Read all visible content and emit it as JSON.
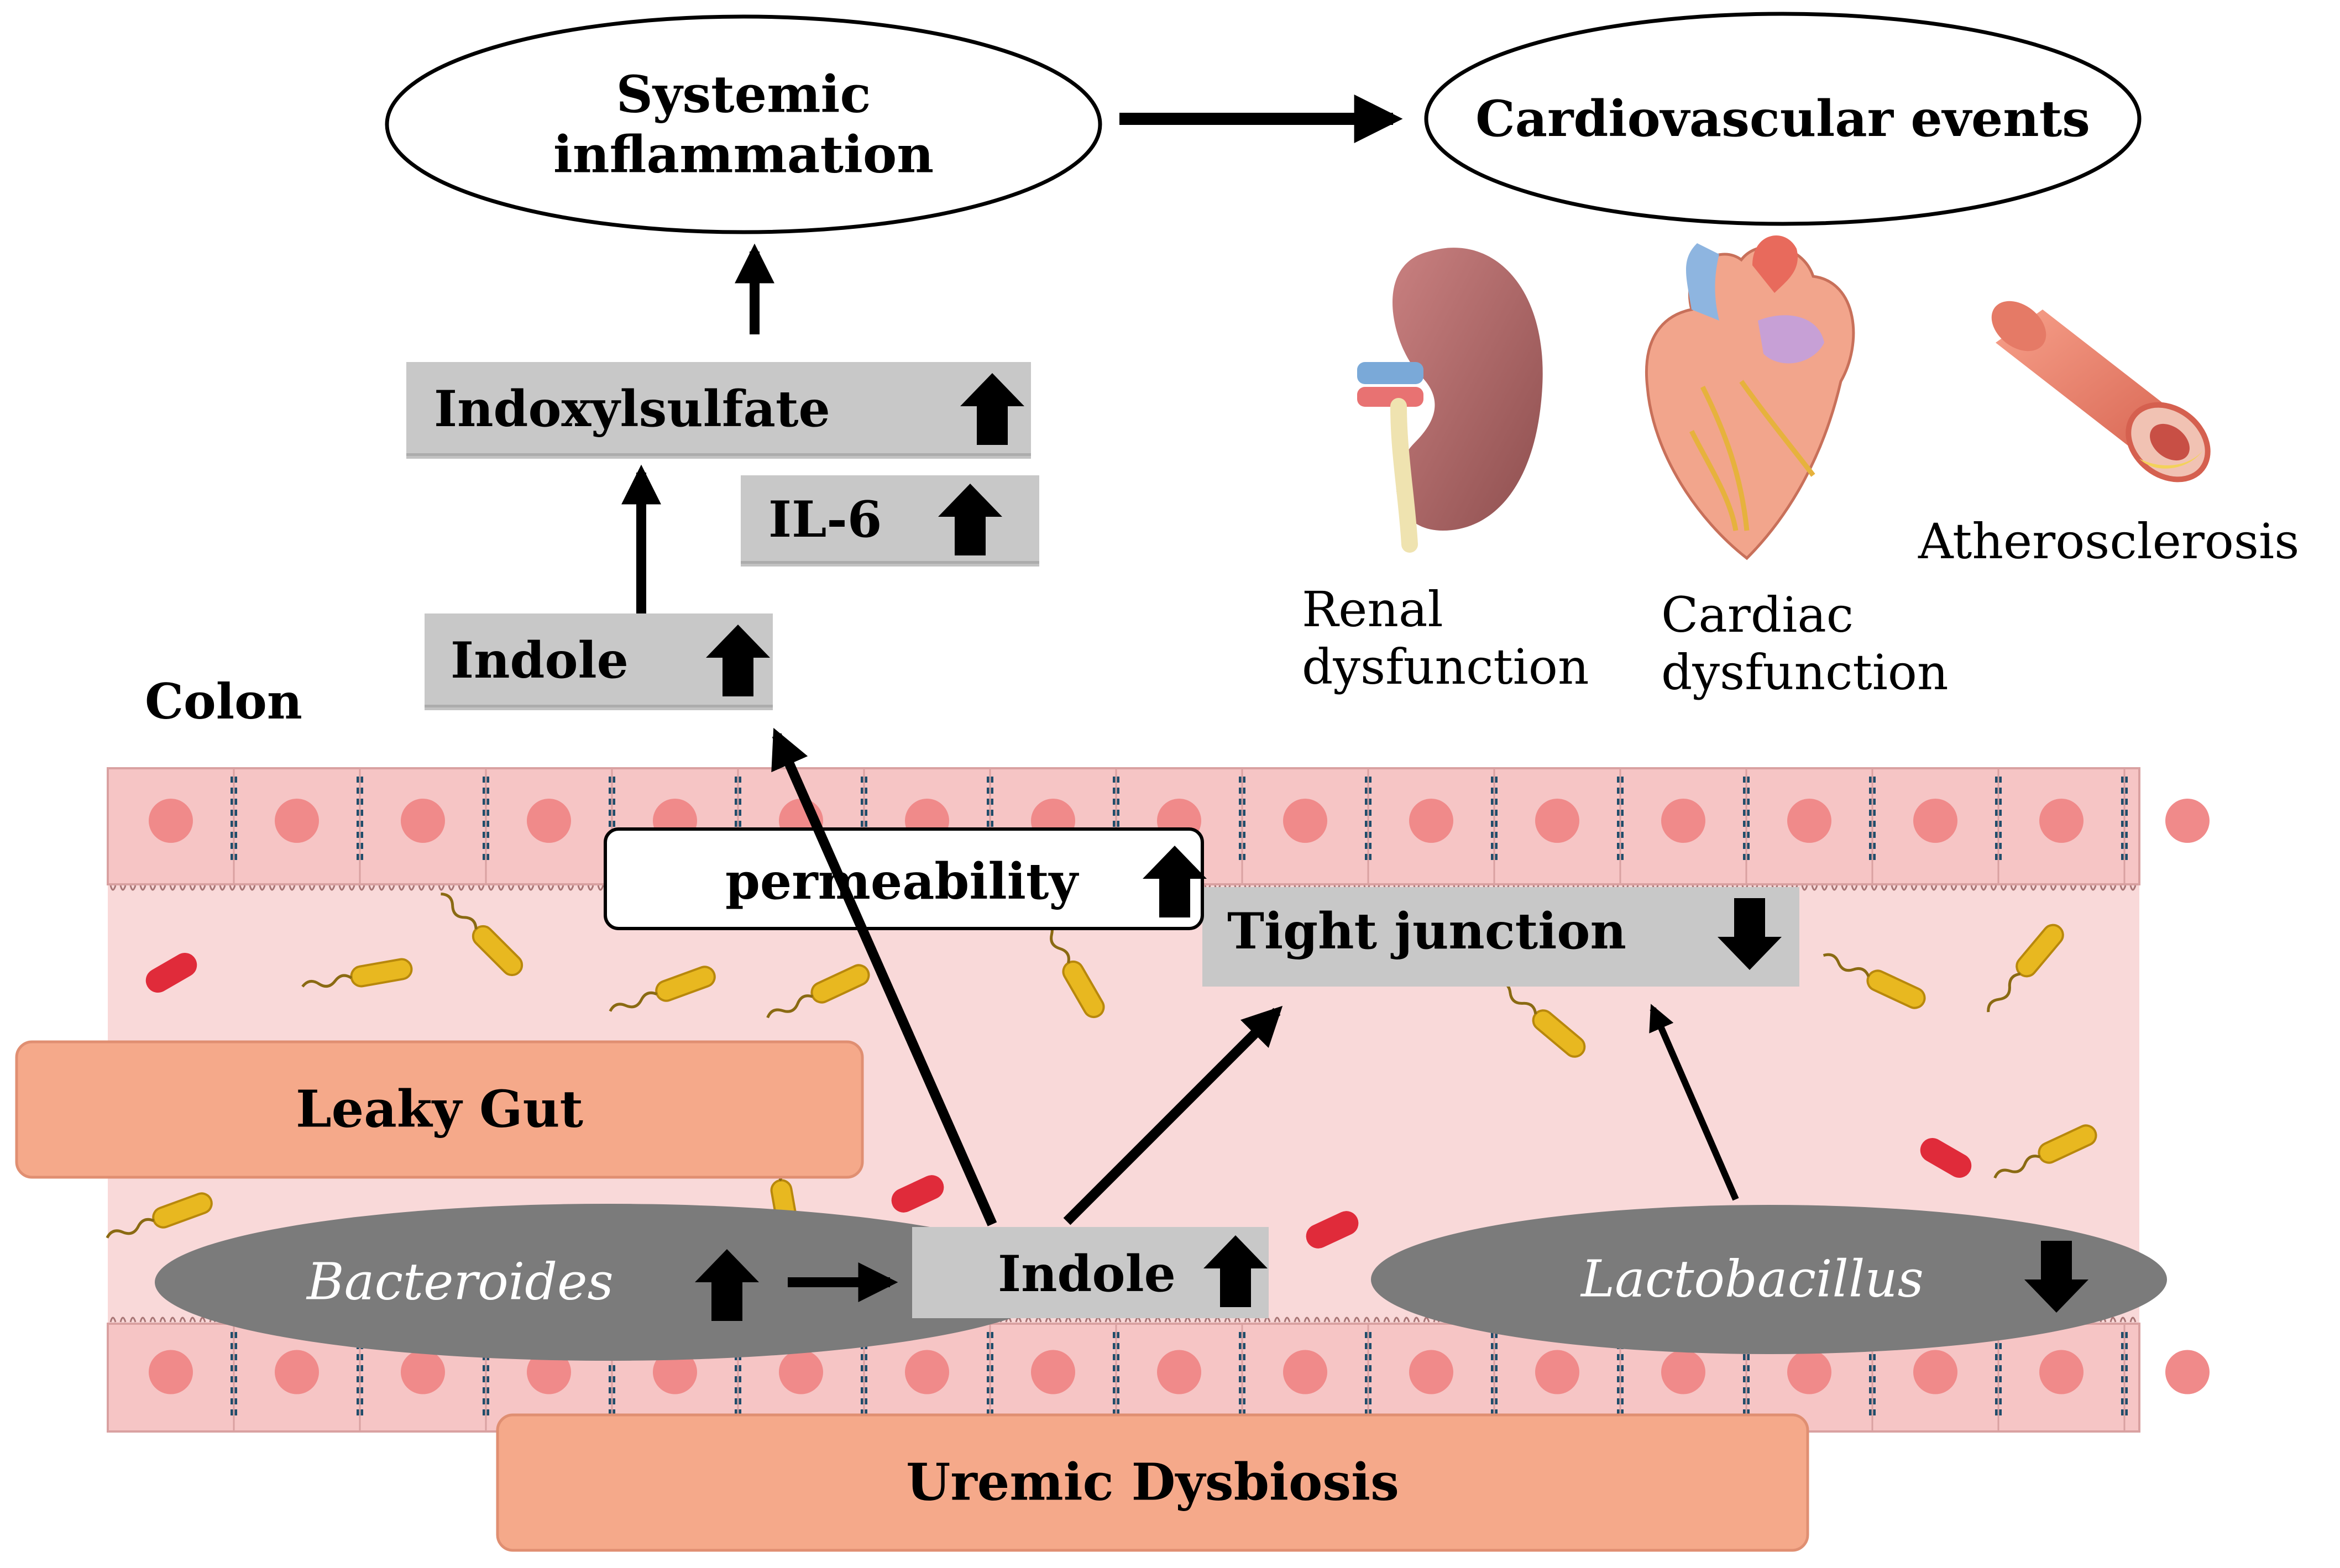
{
  "top": {
    "systemic_inflammation": "Systemic\ninflammation",
    "cardiovascular_events": "Cardiovascular events"
  },
  "markers": {
    "indoxylsulfate": "Indoxylsulfate",
    "il6": "IL-6",
    "indole_upper": "Indole",
    "indole_lower": "Indole",
    "permeability": "permeability",
    "tight_junction": "Tight junction"
  },
  "organs": {
    "renal": "Renal\ndysfunction",
    "cardiac": "Cardiac\ndysfunction",
    "atherosclerosis": "Atherosclerosis"
  },
  "colon": {
    "label": "Colon",
    "leaky_gut": "Leaky Gut",
    "bacteroides": "Bacteroides",
    "lactobacillus": "Lactobacillus",
    "uremic_dysbiosis": "Uremic Dysbiosis"
  },
  "colors": {
    "tissue": "#f6c2c2",
    "lumen": "#f9d6d6",
    "cell_nucleus": "#f08a8a",
    "junction": "#1f4d6b",
    "grey_box": "#c8c8c8",
    "bacteria_ellipse": "#7a7a7a",
    "orange_box": "#f5a98a",
    "rod_yellow": "#e8b820",
    "rod_red": "#e02b3a"
  }
}
